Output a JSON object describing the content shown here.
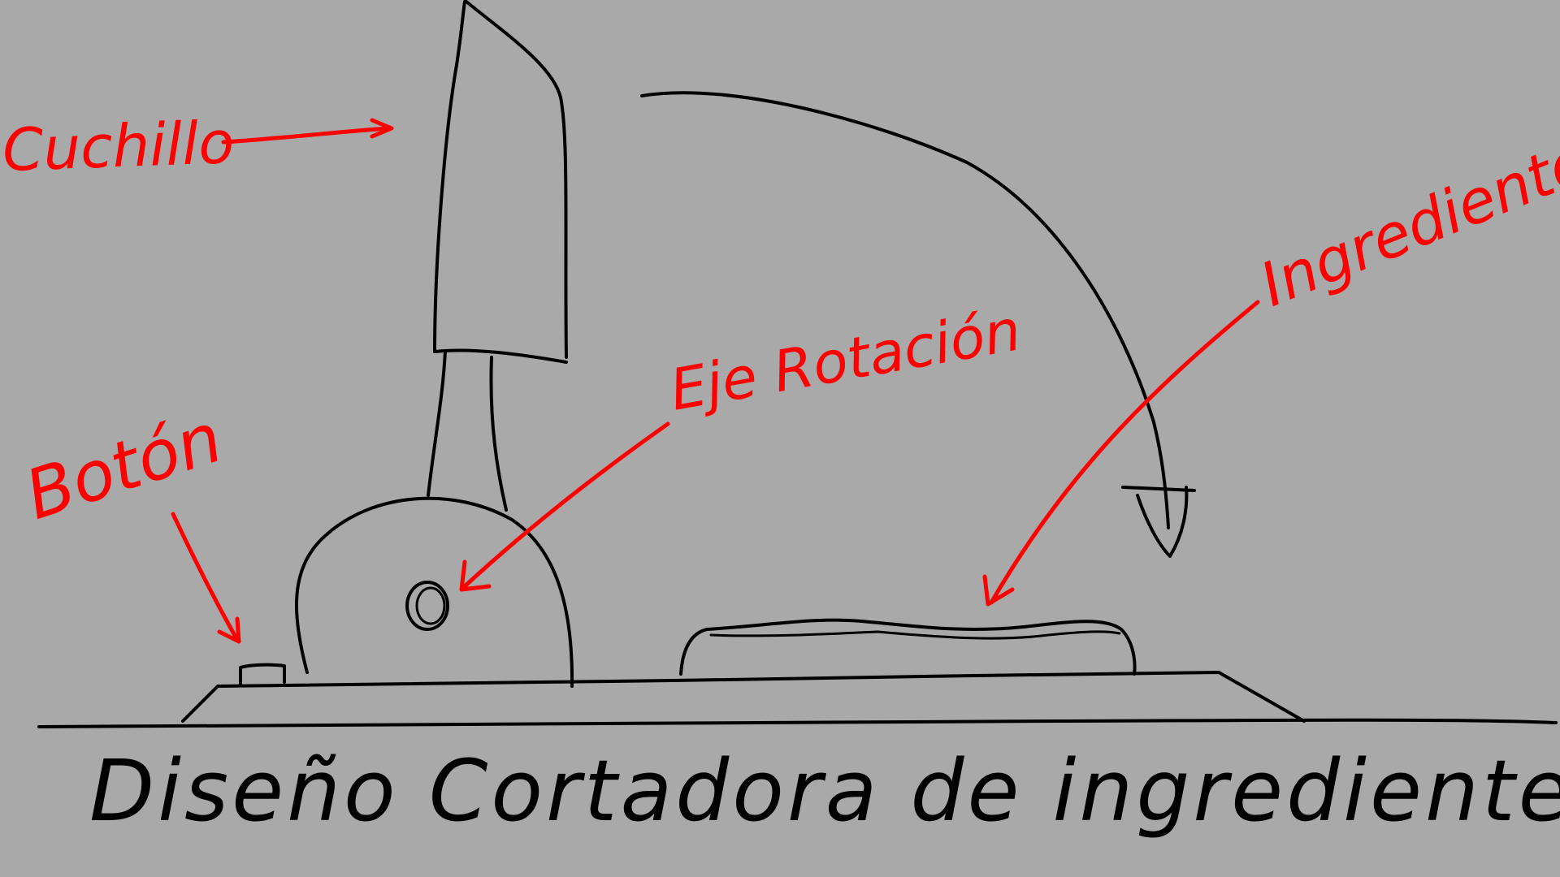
{
  "title": "Diseño Cortadora de ingredientes",
  "labels": {
    "knife": "Cuchillo",
    "button": "Botón",
    "rotation_axis": "Eje Rotación",
    "ingredient": "Ingrediente"
  },
  "colors": {
    "background": "#a9a9a9",
    "ink": "#000000",
    "annotation": "#ff0000"
  }
}
